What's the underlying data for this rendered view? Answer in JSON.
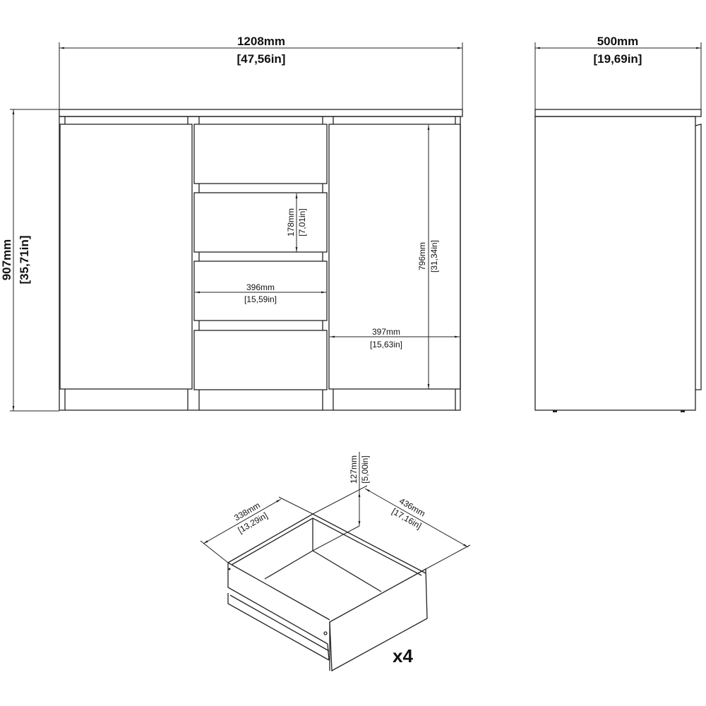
{
  "front_view": {
    "width_mm": "1208mm",
    "width_in": "[47,56in]",
    "height_mm": "907mm",
    "height_in": "[35,71in]",
    "drawer_height_mm": "178mm",
    "drawer_height_in": "[7,01in]",
    "drawer_width_mm": "396mm",
    "drawer_width_in": "[15,59in]",
    "door_width_mm": "397mm",
    "door_width_in": "[15,63in]",
    "door_height_mm": "796mm",
    "door_height_in": "[31,34in]"
  },
  "side_view": {
    "depth_mm": "500mm",
    "depth_in": "[19,69in]"
  },
  "drawer_detail": {
    "width_mm": "338mm",
    "width_in": "[13,29in]",
    "depth_mm": "436mm",
    "depth_in": "[17,16in]",
    "height_mm": "127mm",
    "height_in": "[5,00in]",
    "quantity": "x4"
  }
}
